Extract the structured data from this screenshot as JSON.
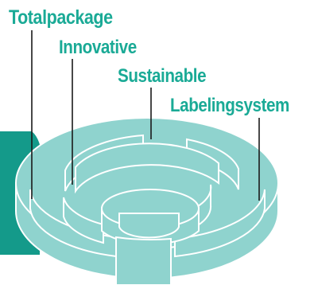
{
  "labels": {
    "totalpackage": "Totalpackage",
    "innovative": "Innovative",
    "sustainable": "Sustainable",
    "labelingsystem": "Labelingsystem"
  },
  "colors": {
    "label_text": "#1aaa96",
    "disc_fill": "#8fd3ce",
    "disc_stroke": "#ffffff",
    "side_tab": "#149a8a",
    "leader_line": "#1a1a1a"
  }
}
